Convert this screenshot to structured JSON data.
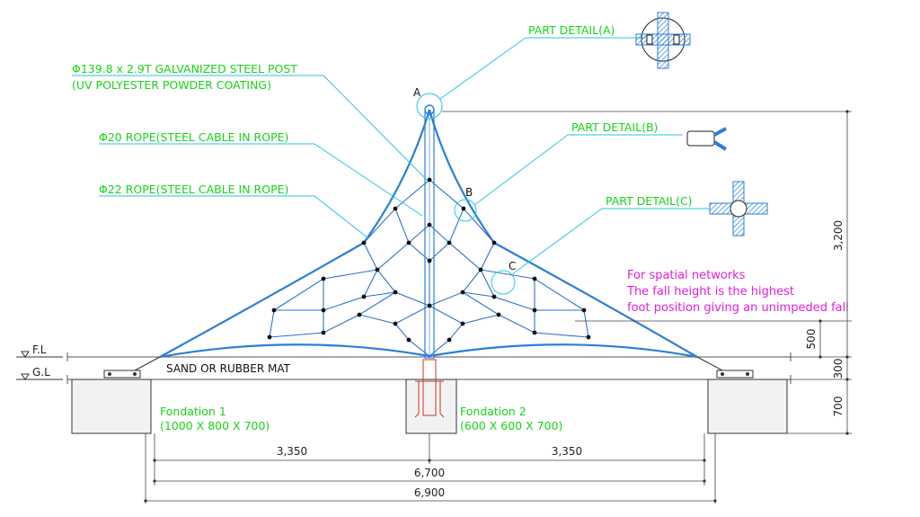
{
  "labels": {
    "post": "Φ139.8 x 2.9T GALVANIZED STEEL POST",
    "post_coating": "(UV POLYESTER POWDER COATING)",
    "rope20": "Φ20 ROPE(STEEL CABLE IN ROPE)",
    "rope22": "Φ22 ROPE(STEEL CABLE IN ROPE)",
    "detail_a": "PART DETAIL(A)",
    "detail_b": "PART DETAIL(B)",
    "detail_c": "PART DETAIL(C)",
    "point_a": "A",
    "point_b": "B",
    "point_c": "C",
    "fl": "F.L",
    "gl": "G.L",
    "mat": "SAND OR RUBBER MAT",
    "foundation1_title": "Fondation 1",
    "foundation1_size": "(1000 X 800 X 700)",
    "foundation2_title": "Fondation 2",
    "foundation2_size": "(600 X 600 X 700)"
  },
  "note": [
    "For spatial networks",
    "The fall height is the highest",
    "foot position giving an unimpeded fall"
  ],
  "dimensions": {
    "height_total": "3,200",
    "fall_height": "500",
    "mat_depth": "300",
    "foundation_depth": "700",
    "half_left": "3,350",
    "half_right": "3,350",
    "span_inner": "6,700",
    "span_outer": "6,900"
  },
  "colors": {
    "annotation": "#19d219",
    "leader": "#29c6e0",
    "rope": "#2b7fd6",
    "note": "#e020d8"
  }
}
